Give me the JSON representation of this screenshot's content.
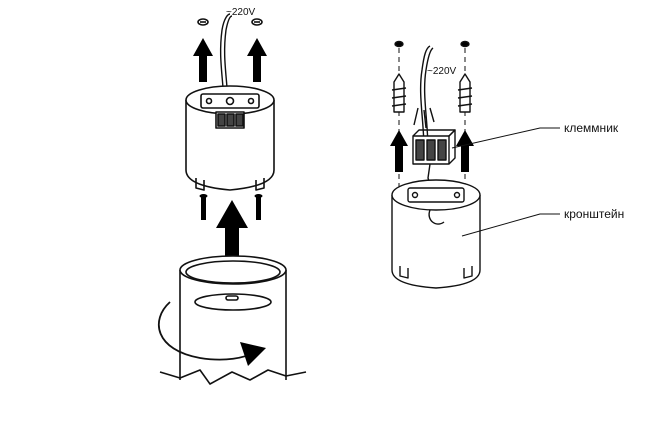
{
  "labels": {
    "voltage_left": "~220V",
    "voltage_right": "~220V",
    "terminal_block": "клеммник",
    "bracket": "кронштейн"
  },
  "colors": {
    "line": "#111111",
    "arrow": "#000000",
    "background": "#ffffff"
  }
}
